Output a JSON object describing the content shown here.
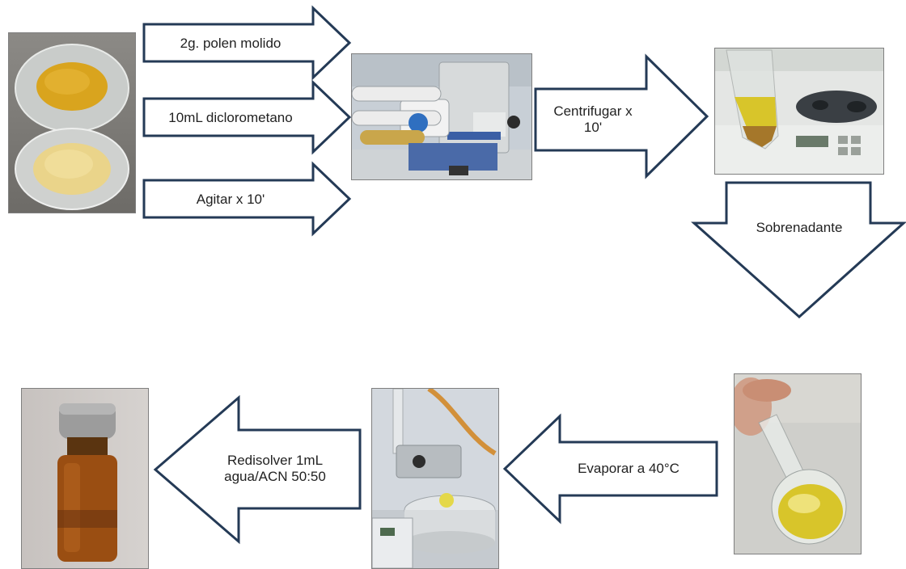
{
  "colors": {
    "arrow_stroke": "#243a56",
    "arrow_fill": "#ffffff",
    "pollen_yellow": "#d9a41e",
    "solution_yellow": "#d8c52a",
    "vial_amber": "#9a4e12",
    "rotavap_hose": "#d2903a"
  },
  "steps": {
    "step1": "2g. polen molido",
    "step2": "10mL diclorometano",
    "step3": "Agitar x 10'",
    "step4": "Centrifugar x\n10'",
    "step5": "Sobrenadante",
    "step6": "Evaporar a 40°C",
    "step7": "Redisolver 1mL\nagua/ACN 50:50"
  },
  "photos": [
    {
      "name": "pollen-samples-photo",
      "subject": "two glass dishes of ground pollen"
    },
    {
      "name": "shaker-photo",
      "subject": "laboratory shaker with sample tube"
    },
    {
      "name": "centrifuge-photo",
      "subject": "centrifuge tube with supernatant"
    },
    {
      "name": "flask-photo",
      "subject": "round-bottom flask with yellow extract"
    },
    {
      "name": "rotavap-photo",
      "subject": "rotary evaporator"
    },
    {
      "name": "vial-photo",
      "subject": "amber vial with final extract"
    }
  ]
}
